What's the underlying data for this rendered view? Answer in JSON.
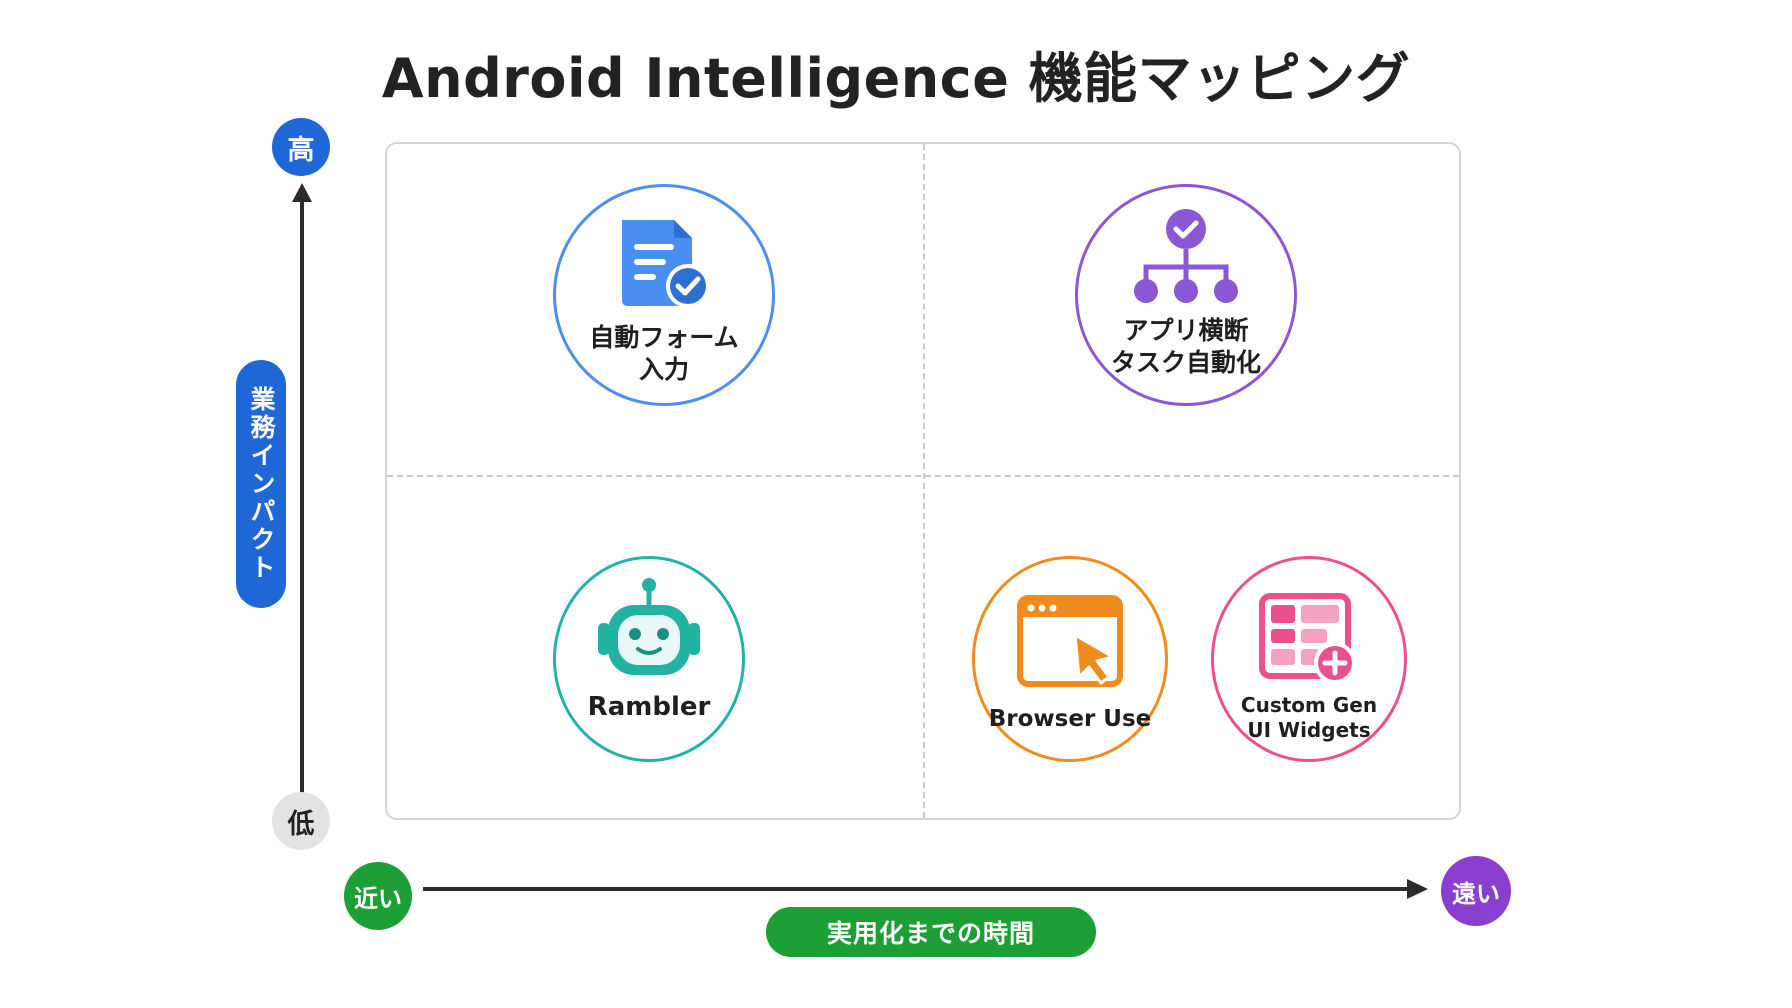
{
  "title": "Android Intelligence 機能マッピング",
  "y_axis": {
    "label": "業務インパクト",
    "high": "高",
    "low": "低"
  },
  "x_axis": {
    "label": "実用化までの時間",
    "near": "近い",
    "far": "遠い"
  },
  "colors": {
    "high": "#1f66d6",
    "low": "#e3e3e3",
    "near": "#1e9e36",
    "far": "#8a3fd1",
    "form": "#4a8ff0",
    "cross_app": "#8a57d6",
    "rambler": "#22b3a5",
    "browser": "#f28b1e",
    "widgets": "#ec4f8d"
  },
  "nodes": [
    {
      "id": "auto-form",
      "icon": "document-check-icon",
      "lines": [
        "自動フォーム",
        "入力"
      ]
    },
    {
      "id": "cross-app",
      "icon": "hierarchy-check-icon",
      "lines": [
        "アプリ横断",
        "タスク自動化"
      ]
    },
    {
      "id": "rambler",
      "icon": "robot-icon",
      "lines": [
        "Rambler"
      ]
    },
    {
      "id": "browser-use",
      "icon": "browser-cursor-icon",
      "lines": [
        "Browser Use"
      ]
    },
    {
      "id": "custom-gen-ui",
      "icon": "widgets-plus-icon",
      "lines": [
        "Custom Gen",
        "UI Widgets"
      ]
    }
  ]
}
